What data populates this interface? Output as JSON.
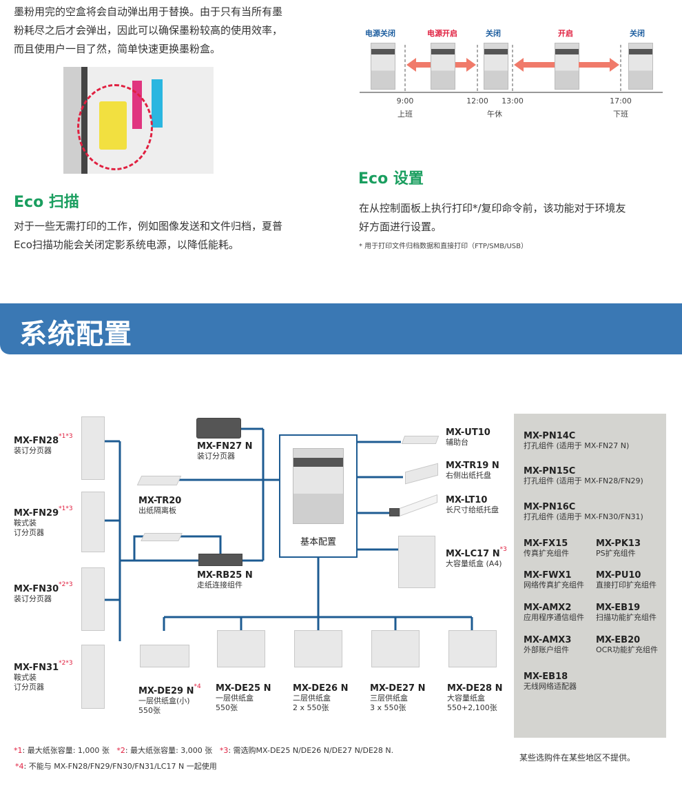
{
  "toner": {
    "lines": [
      "墨粉用完的空盒将会自动弹出用于替换。由于只有当所有墨",
      "粉耗尽之后才会弹出，因此可以确保墨粉较高的使用效率，",
      "而且使用户一目了然，简单快速更换墨粉盒。"
    ]
  },
  "eco_scan": {
    "title": "Eco 扫描",
    "lines": [
      "对于一些无需打印的工作，例如图像发送和文件归档，夏普",
      "Eco扫描功能会关闭定影系统电源，以降低能耗。"
    ]
  },
  "timeline": {
    "states": [
      "电源关闭",
      "电源开启",
      "关闭",
      "开启",
      "关闭"
    ],
    "times": [
      "9:00",
      "12:00",
      "13:00",
      "17:00"
    ],
    "periods": [
      "上班",
      "午休",
      "下班"
    ],
    "colors": {
      "off": "#1f5fa0",
      "on": "#e02040",
      "arrow": "#f07a6a"
    }
  },
  "eco_setting": {
    "title": "Eco 设置",
    "lines": [
      "在从控制面板上执行打印*/复印命令前，该功能对于环境友",
      "好方面进行设置。"
    ],
    "footnote": "* 用于打印文件归档数据和直接打印（FTP/SMB/USB）"
  },
  "section": {
    "title": "系统配置",
    "color": "#3a78b4"
  },
  "finishers": [
    {
      "model": "MX-FN28",
      "mark": "*1*3",
      "desc": [
        "装订分页器"
      ]
    },
    {
      "model": "MX-FN29",
      "mark": "*1*3",
      "desc": [
        "鞍式装",
        "订分页器"
      ]
    },
    {
      "model": "MX-FN30",
      "mark": "*2*3",
      "desc": [
        "装订分页器"
      ]
    },
    {
      "model": "MX-FN31",
      "mark": "*2*3",
      "desc": [
        "鞍式装",
        "订分页器"
      ]
    }
  ],
  "middle": [
    {
      "model": "MX-FN27 N",
      "desc": "装订分页器"
    },
    {
      "model": "MX-TR20",
      "desc": "出纸隔离板"
    },
    {
      "model": "MX-RB25 N",
      "desc": "走纸连接组件"
    }
  ],
  "base": "基本配置",
  "right": [
    {
      "model": "MX-UT10",
      "mark": "",
      "desc": "辅助台"
    },
    {
      "model": "MX-TR19 N",
      "mark": "",
      "desc": "右侧出纸托盘"
    },
    {
      "model": "MX-LT10",
      "mark": "",
      "desc": "长尺寸给纸托盘"
    },
    {
      "model": "MX-LC17 N",
      "mark": "*3",
      "desc": "大容量纸盒 (A4)"
    }
  ],
  "trays": [
    {
      "model": "MX-DE29 N",
      "mark": "*4",
      "desc": "一层供纸盒(小)",
      "cap": "550张"
    },
    {
      "model": "MX-DE25 N",
      "mark": "",
      "desc": "一层供纸盒",
      "cap": "550张"
    },
    {
      "model": "MX-DE26 N",
      "mark": "",
      "desc": "二层供纸盒",
      "cap": "2 x 550张"
    },
    {
      "model": "MX-DE27 N",
      "mark": "",
      "desc": "三层供纸盒",
      "cap": "3 x 550张"
    },
    {
      "model": "MX-DE28 N",
      "mark": "",
      "desc": "大容量纸盒",
      "cap": "550+2,100张"
    }
  ],
  "options": [
    {
      "model": "MX-PN14C",
      "desc": "打孔组件 (适用于 MX-FN27 N)"
    },
    {
      "model": "MX-PN15C",
      "desc": "打孔组件 (适用于 MX-FN28/FN29)"
    },
    {
      "model": "MX-PN16C",
      "desc": "打孔组件 (适用于 MX-FN30/FN31)"
    },
    {
      "model": "MX-FX15",
      "desc": "传真扩充组件"
    },
    {
      "model": "MX-PK13",
      "desc": "PS扩充组件"
    },
    {
      "model": "MX-FWX1",
      "desc": "网络传真扩充组件"
    },
    {
      "model": "MX-PU10",
      "desc": "直接打印扩充组件"
    },
    {
      "model": "MX-AMX2",
      "desc": "应用程序通信组件"
    },
    {
      "model": "MX-EB19",
      "desc": "扫描功能扩充组件"
    },
    {
      "model": "MX-AMX3",
      "desc": "外部账户组件"
    },
    {
      "model": "MX-EB20",
      "desc": "OCR功能扩充组件"
    },
    {
      "model": "MX-EB18",
      "desc": "无线网络适配器"
    }
  ],
  "availability": "某些选购件在某些地区不提供。",
  "footnotes": [
    {
      "mark": "*1",
      "text": ": 最大纸张容量: 1,000 张"
    },
    {
      "mark": "*2",
      "text": ": 最大纸张容量: 3,000 张"
    },
    {
      "mark": "*3",
      "text": ": 需选购MX-DE25 N/DE26 N/DE27 N/DE28 N."
    },
    {
      "mark": "*4",
      "text": ": 不能与 MX-FN28/FN29/FN30/FN31/LC17 N 一起使用"
    }
  ]
}
